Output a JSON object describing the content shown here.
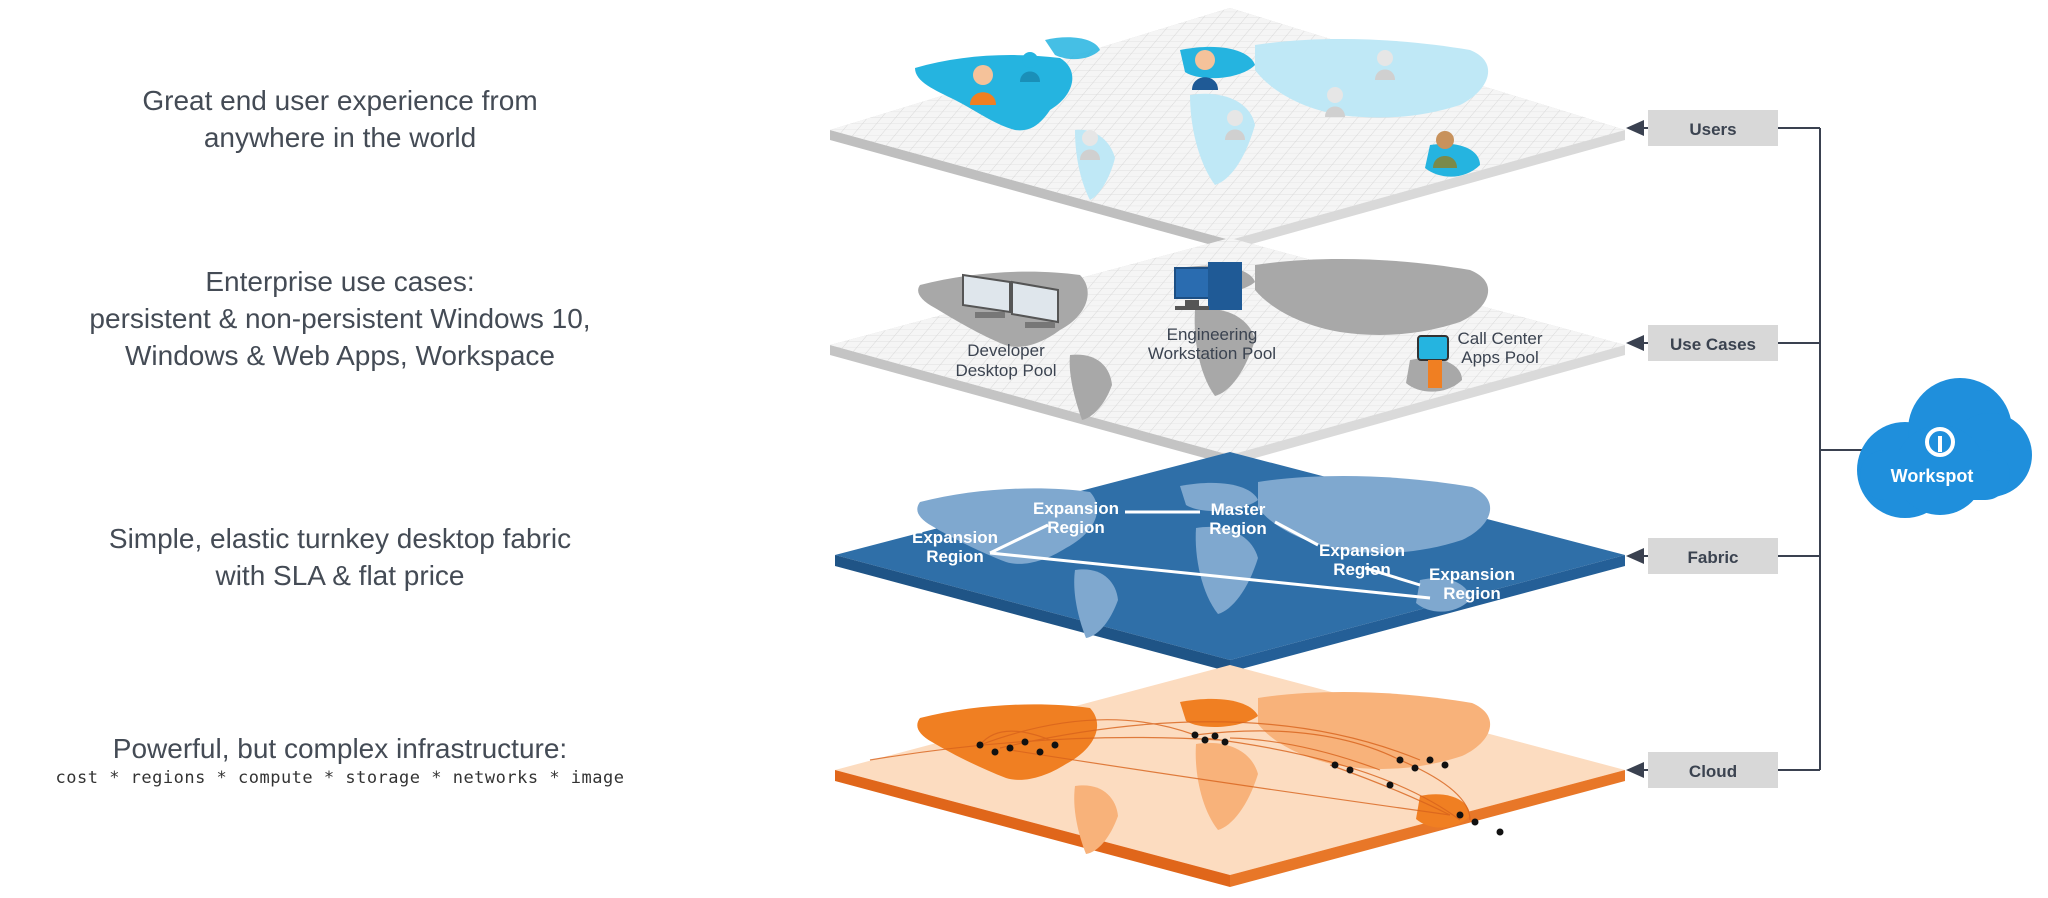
{
  "descriptions": {
    "users": [
      "Great end user experience from",
      "anywhere in the world"
    ],
    "use_cases": [
      "Enterprise use cases:",
      "persistent & non-persistent Windows 10,",
      "Windows & Web Apps, Workspace"
    ],
    "fabric": [
      "Simple, elastic turnkey desktop fabric",
      "with SLA & flat price"
    ],
    "cloud_title": "Powerful, but complex infrastructure:",
    "cloud_formula": "cost * regions * compute * storage * networks * image"
  },
  "layer_tags": {
    "users": "Users",
    "use_cases": "Use Cases",
    "fabric": "Fabric",
    "cloud": "Cloud"
  },
  "brand": "Workspot",
  "pools": {
    "developer": [
      "Developer",
      "Desktop Pool"
    ],
    "engineering": [
      "Engineering",
      "Workstation Pool"
    ],
    "call_center": [
      "Call Center",
      "Apps Pool"
    ]
  },
  "regions": {
    "expansion": [
      "Expansion",
      "Region"
    ],
    "master": [
      "Master",
      "Region"
    ]
  },
  "colors": {
    "users_layer": "#f4f4f4",
    "users_land": "#25b4e0",
    "usecases_land": "#a8a8a8",
    "fabric_layer": "#2e6ea6",
    "fabric_side": "#1f5486",
    "cloud_layer": "#fcdcc0",
    "cloud_land": "#f07f22",
    "cloud_side": "#e0661a",
    "tag_bg": "#d8d8d8",
    "connector": "#3a4150",
    "brand_cloud": "#1f8fdc"
  }
}
